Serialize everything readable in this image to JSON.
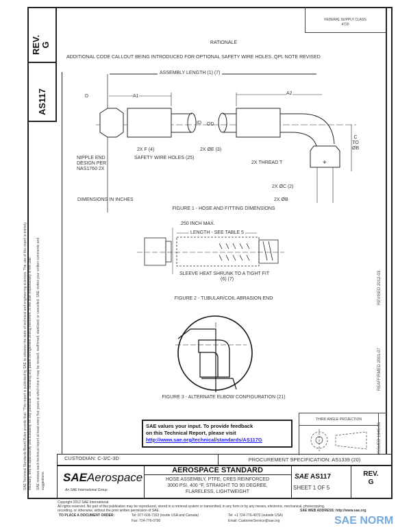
{
  "side": {
    "rev_label": "REV.",
    "rev_value": "G",
    "doc_number": "AS117"
  },
  "fsc": {
    "label": "FEDERAL SUPPLY CLASS",
    "value": "4720"
  },
  "rationale": {
    "heading": "RATIONALE",
    "text": "ADDITIONAL CODE CALLOUT BEING INTRODUCED FOR OPTIONAL SAFETY WIRE HOLES. QPL NOTE REVISED"
  },
  "figure1": {
    "assembly_length": "ASSEMBLY LENGTH (1) (7)",
    "d": "D",
    "a1": "A1",
    "a2": "A2",
    "id": "ID",
    "od": "OD",
    "c_to_b": [
      "C",
      "TO",
      "ØB"
    ],
    "f_label": "2X F (4)",
    "safety_wire": "SAFETY WIRE HOLES (25)",
    "e_label": "2X ØE (3)",
    "nipple": [
      "NIPPLE END",
      "DESIGN PER",
      "NAS1760 2X"
    ],
    "thread": "2X THREAD T",
    "c_dia": "2X ØC (2)",
    "b_dia": "2X ØB",
    "dims_note": "DIMENSIONS IN INCHES",
    "caption": "FIGURE 1 - HOSE AND FITTING DIMENSIONS"
  },
  "figure2": {
    "max_label": ".250 INCH MAX.",
    "length_label": "LENGTH - SEE TABLE 5",
    "sleeve": [
      "SLEEVE HEAT SHRUNK TO A TIGHT FIT",
      "(6) (7)"
    ],
    "caption": "FIGURE 2 - TUBULAR/COIL ABRASION END"
  },
  "figure3": {
    "caption": "FIGURE 3 - ALTERNATE ELBOW CONFIGURATION (21)"
  },
  "feedback": {
    "line1": "SAE values your input. To provide feedback",
    "line2": "on this Technical Report, please visit",
    "link": "http://www.sae.org/technical/standards/AS117G"
  },
  "projection": {
    "label": "THIRD ANGLE PROJECTION"
  },
  "dates": {
    "issued": "ISSUED 1946-06",
    "reaffirmed": "REAFFIRMED 2001-07",
    "revised": "REVISED 2012-03"
  },
  "custodian": "CUSTODIAN: C-3/C-3D",
  "procurement": "PROCUREMENT SPECIFICATION: AS1339 (20)",
  "title_block": {
    "logo": "SAE Aerospace",
    "logo_sub": "An SAE International Group",
    "heading": "AEROSPACE STANDARD",
    "title": [
      "HOSE ASSEMBLY, PTFE, CRES REINFORCED",
      "3000 PSI, 400 °F, STRAIGHT TO 90 DEGREE,",
      "FLARELESS, LIGHTWEIGHT"
    ],
    "sae": "SAE",
    "doc_number": "AS117",
    "sheet": "SHEET 1 OF 5",
    "rev_label": "REV.",
    "rev_value": "G"
  },
  "left_margin": [
    "SAE Technical Standards Board Rules provide that: \"This report is published by SAE to advance the state of technical and engineering sciences. The use of this report is entirely",
    "voluntary, and its applicability and suitability for any particular use, including any patent infringement arising therefrom, is the sole responsibility of the user.\"",
    "SAE reviews each technical report at least every five years at which time it may be revised, reaffirmed, stabilized, or cancelled. SAE invites your written comments and",
    "suggestions."
  ],
  "footer": {
    "copyright": "Copyright 2012 SAE International",
    "rights": "All rights reserved. No part of this publication may be reproduced, stored in a retrieval system or transmitted, in any form or by any means, electronic, mechanical, photocopying,",
    "rights2": "recording, or otherwise, without the prior written permission of SAE.",
    "order": "TO PLACE A DOCUMENT ORDER:",
    "tel1": "Tel: 877-606-7323 (inside USA and Canada)",
    "tel2": "Tel: +1 724-776-4970 (outside USA)",
    "fax": "Fax: 724-776-0790",
    "email": "Email: CustomerService@sae.org",
    "web": "SAE WEB ADDRESS: http://www.sae.org"
  },
  "watermark": "SAE NORM",
  "colors": {
    "link": "#1a1aff",
    "watermark": "#5b9bd5"
  }
}
